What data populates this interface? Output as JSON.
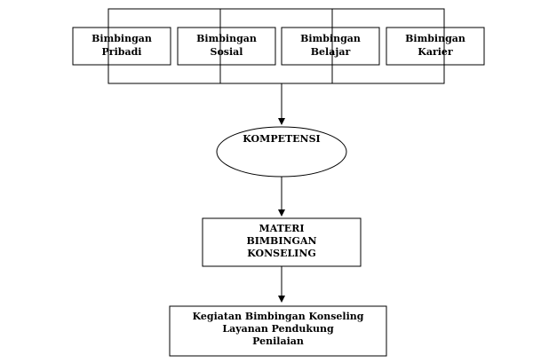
{
  "diagram": {
    "top_boxes": [
      {
        "line1": "Bimbingan",
        "line2": "Pribadi"
      },
      {
        "line1": "Bimbingan",
        "line2": "Sosial"
      },
      {
        "line1": "Bimbingan",
        "line2": "Belajar"
      },
      {
        "line1": "Bimbingan",
        "line2": "Karier"
      }
    ],
    "kompetensi": "KOMPETENSI",
    "materi": {
      "line1": "MATERI",
      "line2": "BIMBINGAN",
      "line3": "KONSELING"
    },
    "kegiatan": {
      "line1": "Kegiatan Bimbingan Konseling",
      "line2": "Layanan Pendukung",
      "line3": "Penilaian"
    },
    "colors": {
      "stroke": "#000000",
      "fill": "#ffffff",
      "text": "#000000"
    }
  }
}
